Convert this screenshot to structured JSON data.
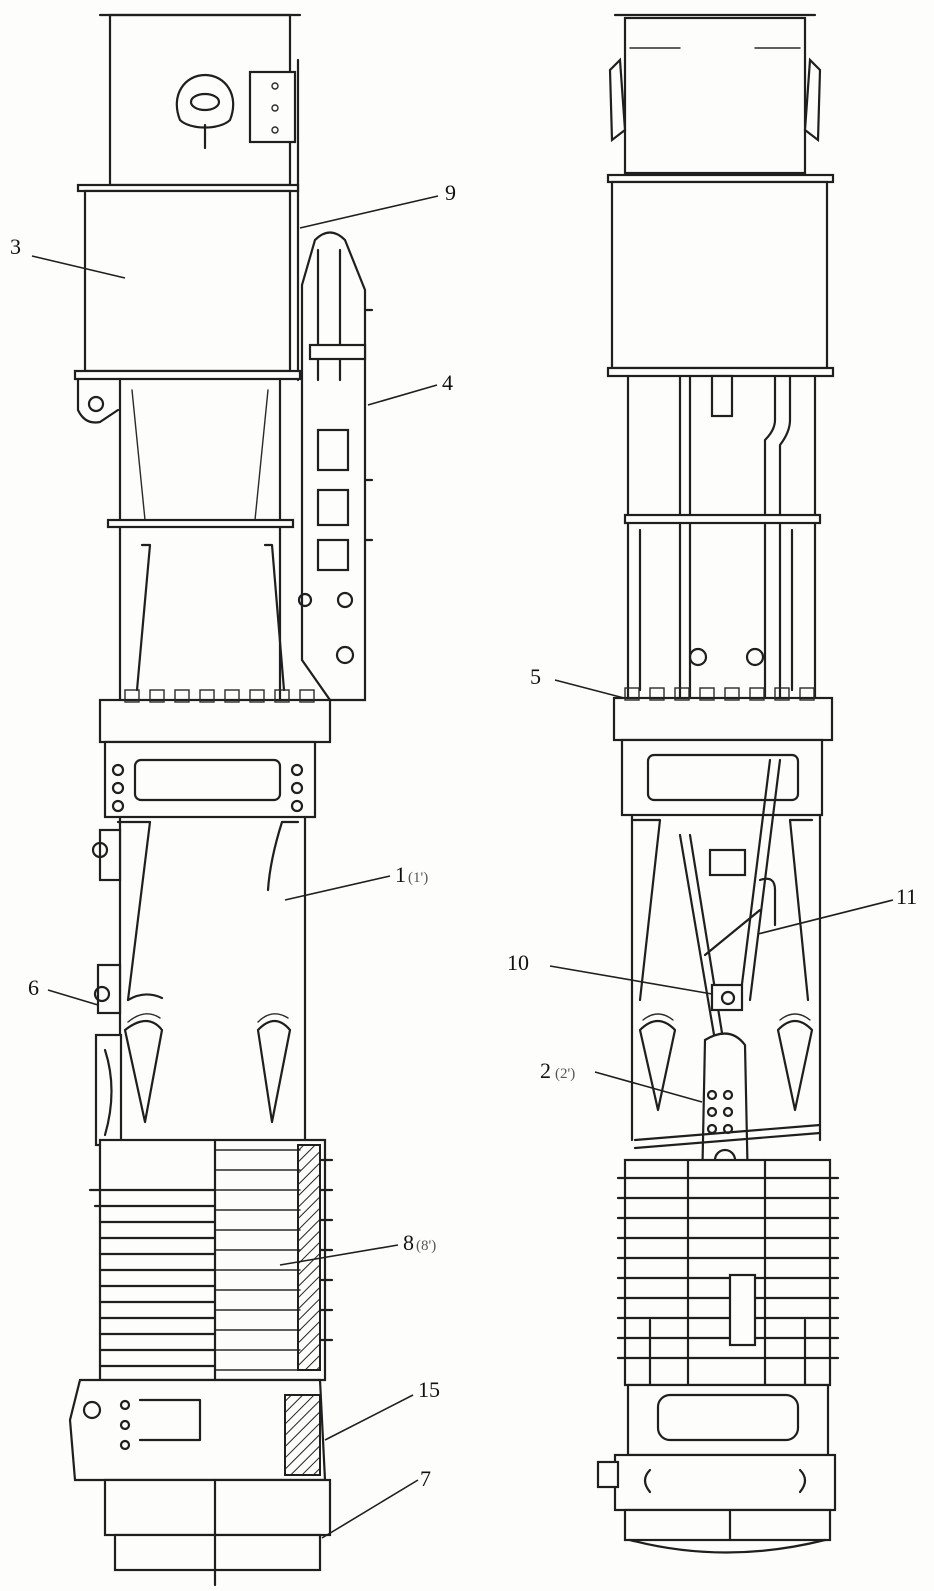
{
  "labels": {
    "l1": "1",
    "l1_sub": "(1')",
    "l2": "2",
    "l2_sub": "(2')",
    "l3": "3",
    "l4": "4",
    "l5": "5",
    "l6": "6",
    "l7": "7",
    "l8": "8",
    "l8_sub": "(8')",
    "l9": "9",
    "l10": "10",
    "l11": "11",
    "l15": "15"
  }
}
